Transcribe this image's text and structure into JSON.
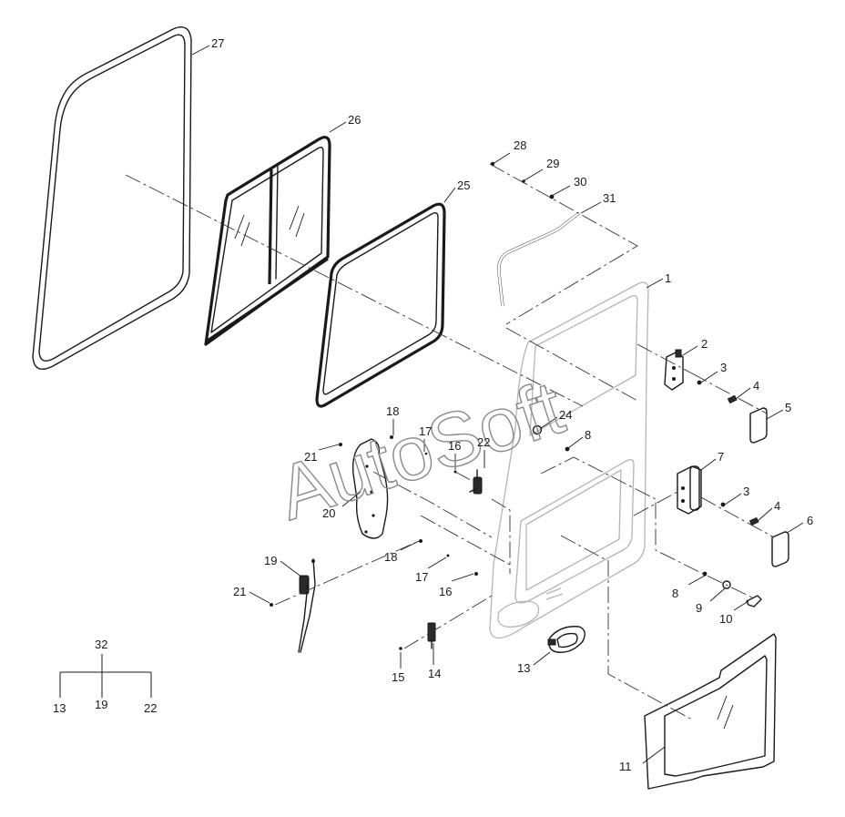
{
  "watermark": "AutoSoft",
  "callouts": {
    "c1": "1",
    "c2": "2",
    "c3a": "3",
    "c3b": "3",
    "c4a": "4",
    "c4b": "4",
    "c5": "5",
    "c6": "6",
    "c7": "7",
    "c8a": "8",
    "c8b": "8",
    "c9": "9",
    "c10": "10",
    "c11": "11",
    "c13": "13",
    "c14": "14",
    "c15": "15",
    "c16a": "16",
    "c16b": "16",
    "c17a": "17",
    "c17b": "17",
    "c18a": "18",
    "c18b": "18",
    "c19": "19",
    "c20": "20",
    "c21a": "21",
    "c21b": "21",
    "c22": "22",
    "c24": "24",
    "c25": "25",
    "c26": "26",
    "c27": "27",
    "c28": "28",
    "c29": "29",
    "c30": "30",
    "c31": "31"
  },
  "assembly_tree": {
    "parent": "32",
    "children": [
      "13",
      "19",
      "22"
    ]
  }
}
